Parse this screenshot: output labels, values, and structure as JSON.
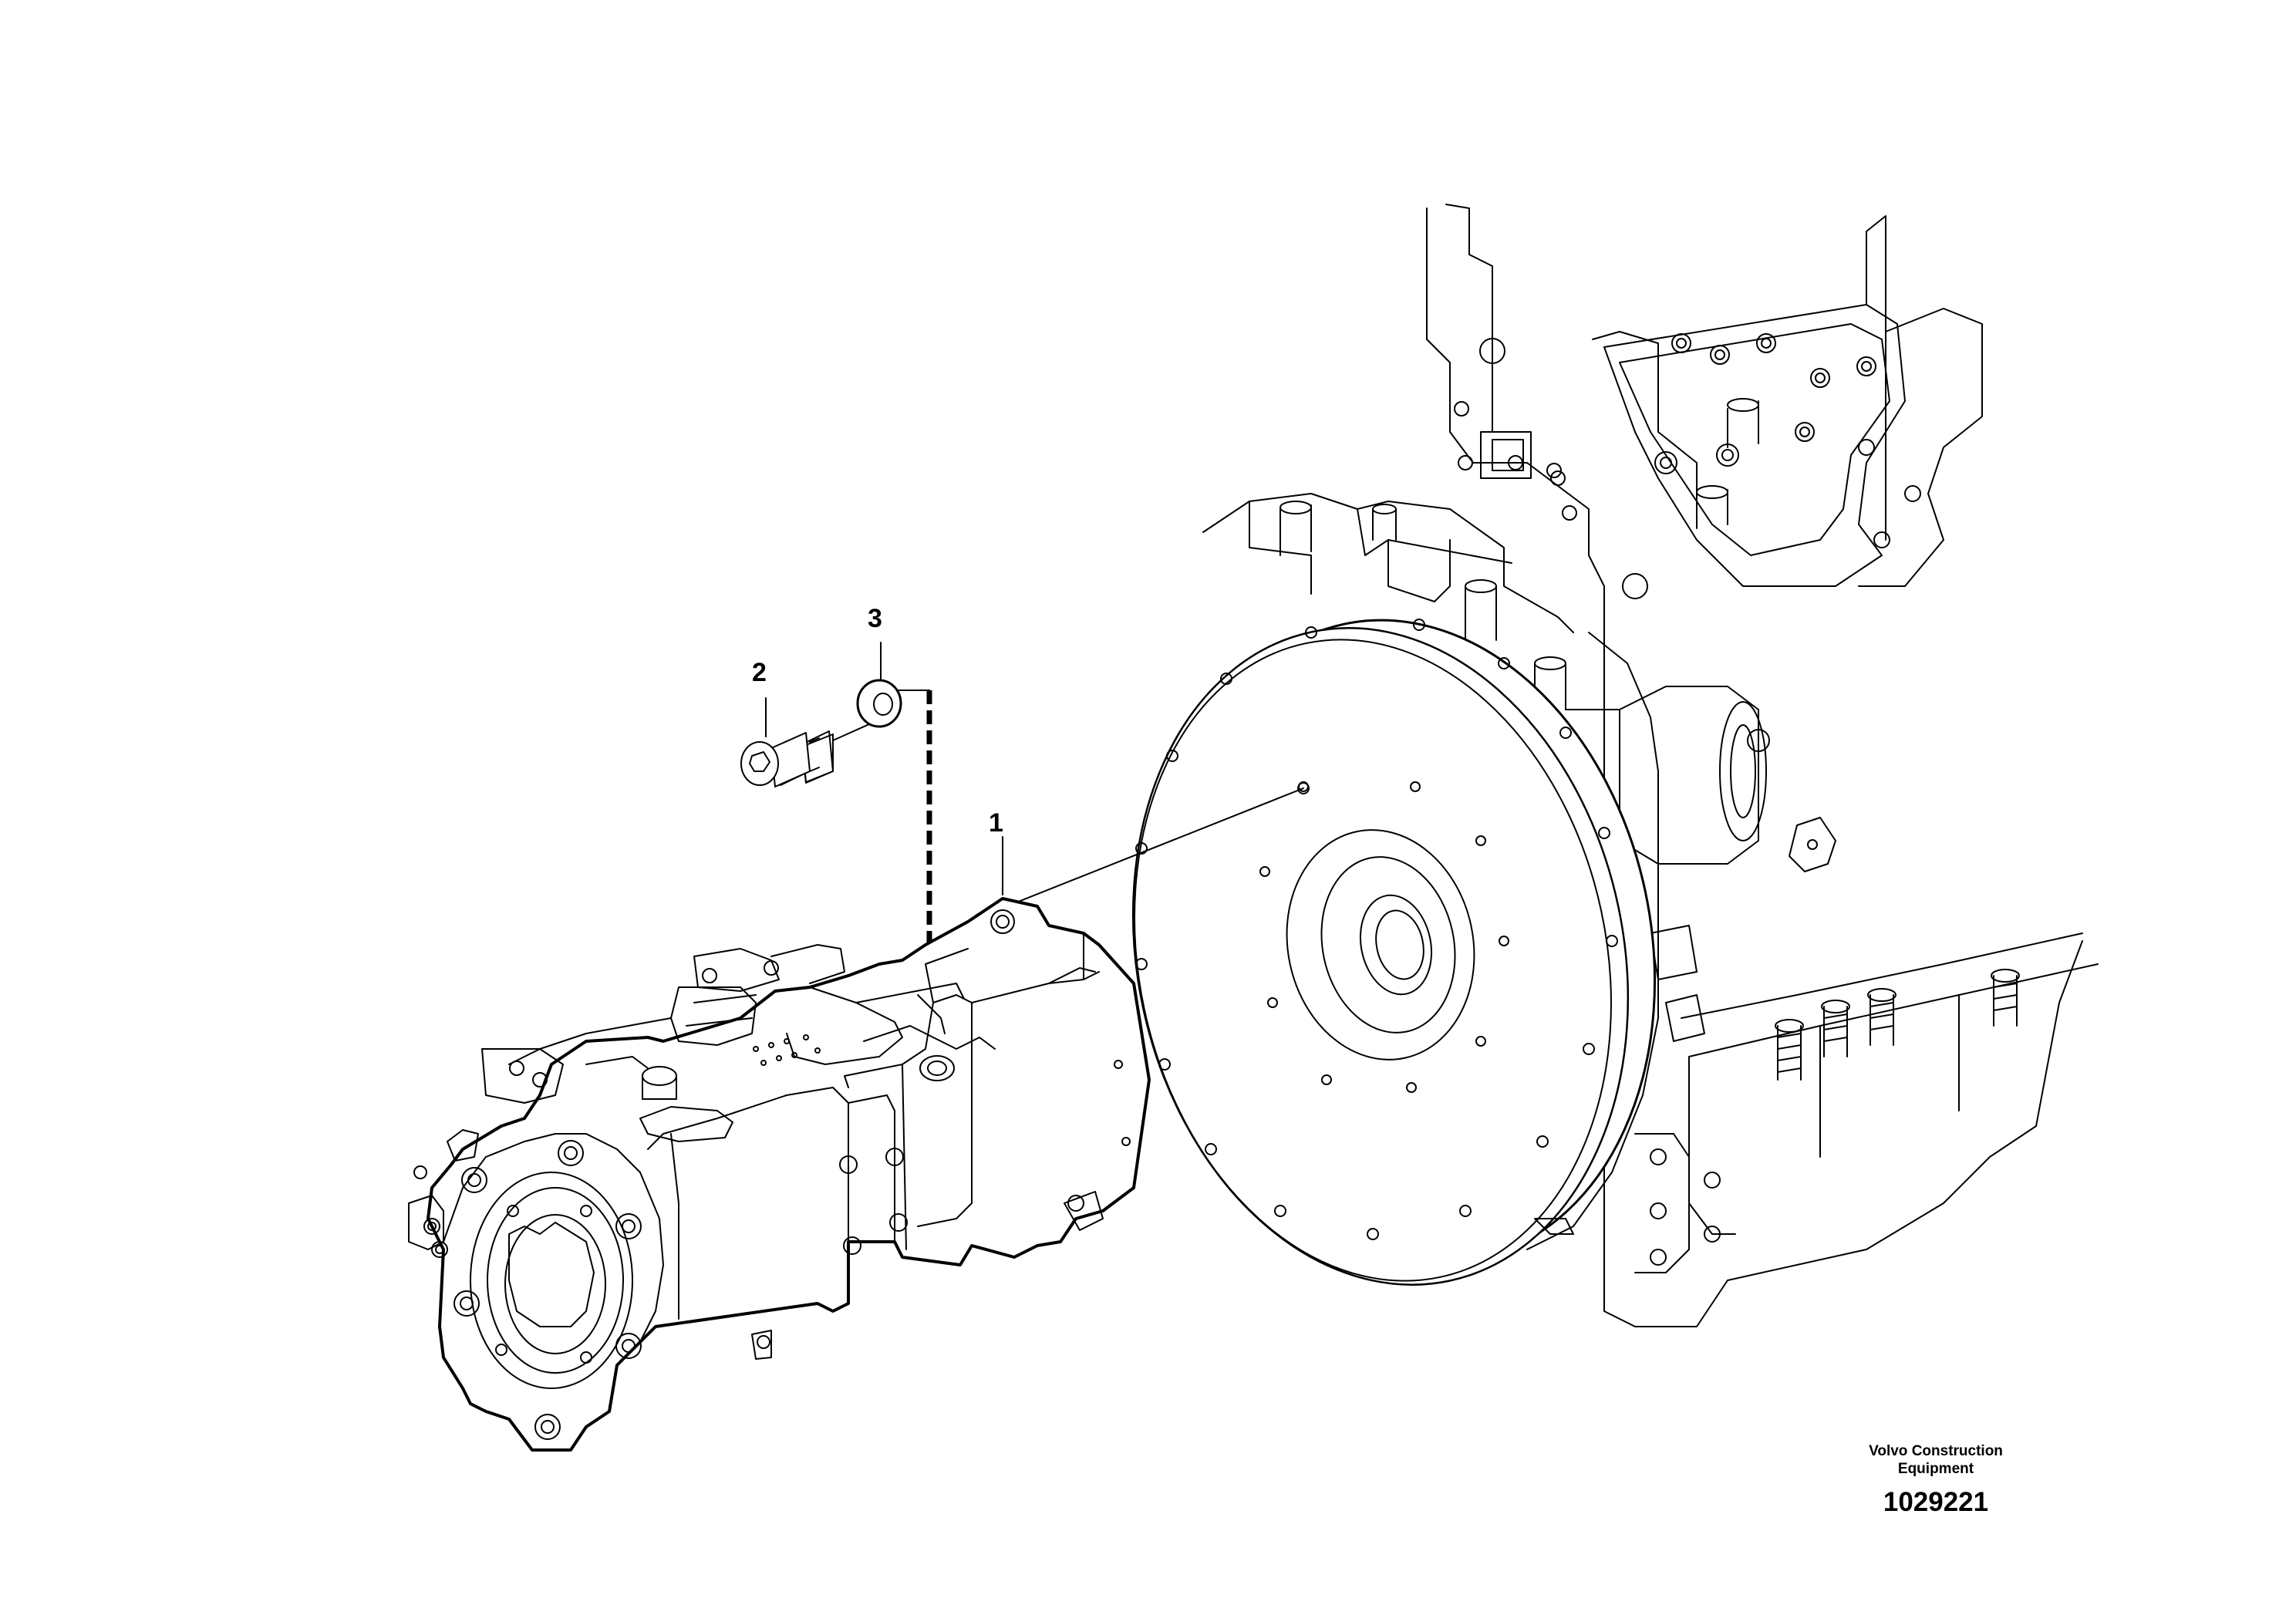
{
  "callouts": [
    {
      "id": "1",
      "label": "1"
    },
    {
      "id": "2",
      "label": "2"
    },
    {
      "id": "3",
      "label": "3"
    }
  ],
  "footer": {
    "maker_line1": "Volvo Construction",
    "maker_line2": "Equipment",
    "document_number": "1029221"
  },
  "parts": [
    {
      "callout": "1",
      "icon": "hydraulic-pump-icon"
    },
    {
      "callout": "2",
      "icon": "bolt-icon"
    },
    {
      "callout": "3",
      "icon": "washer-icon"
    }
  ],
  "background_component": "engine-flywheel-housing-icon"
}
